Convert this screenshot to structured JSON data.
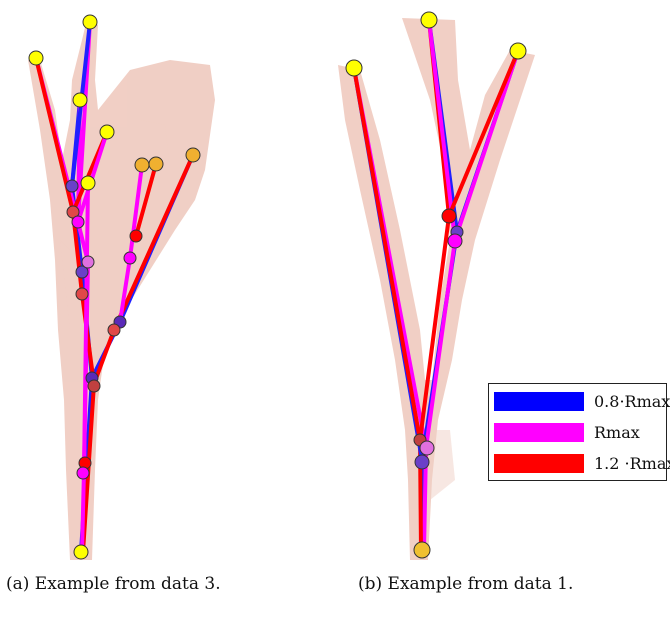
{
  "captions": {
    "a": "(a) Example from data 3.",
    "b": "(b) Example from data 1."
  },
  "legend": [
    {
      "label": "0.8·Rmax",
      "color": "#0000ff"
    },
    {
      "label": "Rmax",
      "color": "#ff00ff"
    },
    {
      "label": "1.2 ·Rmax",
      "color": "#ff0000"
    }
  ],
  "colors": {
    "tissue": "#ecbfb2",
    "node_yellow": "#ffff00",
    "node_orange": "#f0b030",
    "blue_series": "#2020ff",
    "magenta_series": "#ff00ff",
    "red_series": "#ff0000"
  }
}
